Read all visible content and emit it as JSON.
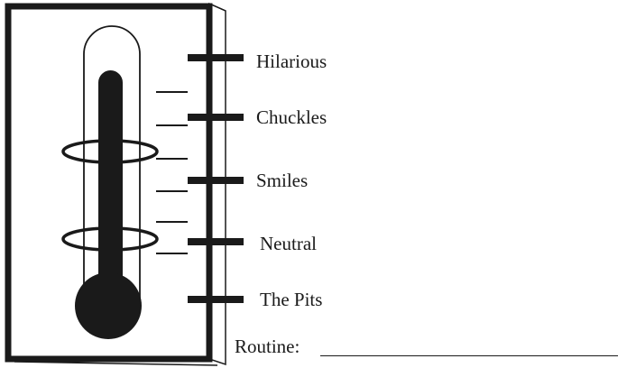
{
  "levels": [
    {
      "label": "Hilarious"
    },
    {
      "label": "Chuckles"
    },
    {
      "label": "Smiles"
    },
    {
      "label": "Neutral"
    },
    {
      "label": "The Pits"
    }
  ],
  "routine": {
    "label": "Routine:"
  },
  "colors": {
    "ink": "#1a1a1a",
    "background": "#ffffff"
  }
}
